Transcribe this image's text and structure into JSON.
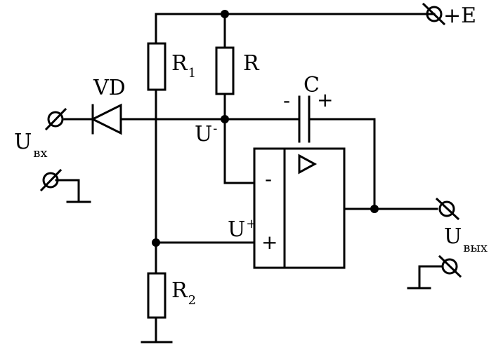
{
  "labels": {
    "supply": "+E",
    "resistor_r1": {
      "main": "R",
      "sub": "1"
    },
    "resistor_r": "R",
    "resistor_r2": {
      "main": "R",
      "sub": "2"
    },
    "diode": "VD",
    "capacitor": "C",
    "capacitor_minus": "-",
    "capacitor_plus": "+",
    "u_minus": {
      "main": "U",
      "sup": "-"
    },
    "u_plus": {
      "main": "U",
      "sup": "+"
    },
    "input": {
      "main": "U",
      "sub": "вх"
    },
    "output": {
      "main": "U",
      "sub": "вых"
    },
    "opamp_minus": "-",
    "opamp_plus": "+"
  },
  "colors": {
    "ink": "#000000",
    "background": "#ffffff"
  }
}
